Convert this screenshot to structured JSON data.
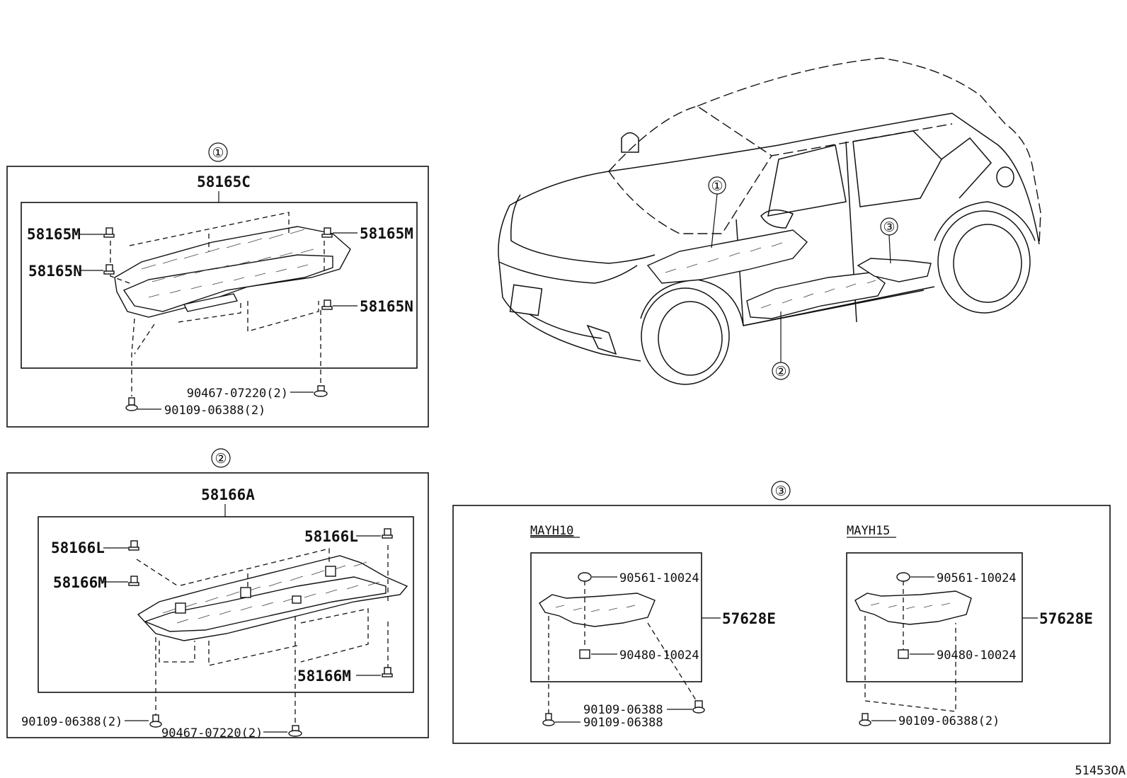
{
  "diagram_code": "51453OA",
  "callouts": {
    "c1": "①",
    "c2": "②",
    "c3": "③"
  },
  "section1": {
    "main_part": "58165C",
    "clip_m_left": "58165M",
    "clip_n_left": "58165N",
    "clip_m_right": "58165M",
    "clip_n_right": "58165N",
    "fastener_a": "90467-07220(2)",
    "bolt_a": "90109-06388(2)"
  },
  "section2": {
    "main_part": "58166A",
    "clip_l_left": "58166L",
    "clip_m_left": "58166M",
    "clip_l_right": "58166L",
    "clip_m_right": "58166M",
    "bolt_a": "90109-06388(2)",
    "fastener_a": "90467-07220(2)"
  },
  "section3": {
    "left": {
      "model": "MAYH10",
      "part": "57628E",
      "grommet": "90561-10024",
      "nut": "90480-10024",
      "bolt_1": "90109-06388",
      "bolt_2": "90109-06388"
    },
    "right": {
      "model": "MAYH15",
      "part": "57628E",
      "grommet": "90561-10024",
      "nut": "90480-10024",
      "bolt": "90109-06388(2)"
    }
  }
}
